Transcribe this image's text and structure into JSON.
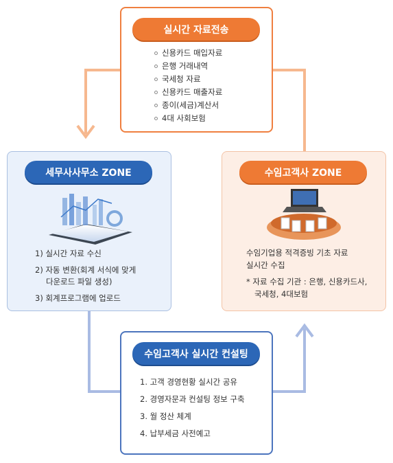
{
  "top": {
    "title": "실시간 자료전송",
    "items": [
      "신용카드 매입자료",
      "은행 거래내역",
      "국세청 자료",
      "신용카드 매출자료",
      "종이(세금)계산서",
      "4대 사회보험"
    ]
  },
  "left": {
    "title": "세무사사무소 ZONE",
    "items": [
      "1) 실시간 자료 수신",
      "2) 자동 변환(회계 서식에 맞게",
      "다운로드 파일 생성)",
      "3) 회계프로그램에 업로드"
    ]
  },
  "right": {
    "title": "수임고객사 ZONE",
    "desc_line1": "수임기업용 적격증빙 기초 자료",
    "desc_line2": "실시간 수집",
    "note_line1": "* 자료 수집 기관 : 은행, 신용카드사,",
    "note_line2": "국세청, 4대보험"
  },
  "bottom": {
    "title": "수임고객사 실시간 컨설팅",
    "items": [
      "1. 고객 경영현황 실시간 공유",
      "2. 경영자문과 컨설팅 정보 구축",
      "3. 월 정산 체계",
      "4. 납부세금 사전예고"
    ]
  },
  "colors": {
    "orange": "#ee7a34",
    "blue": "#2c67b7",
    "arrow_orange": "#f6b88f",
    "arrow_blue": "#a9bbe3"
  }
}
